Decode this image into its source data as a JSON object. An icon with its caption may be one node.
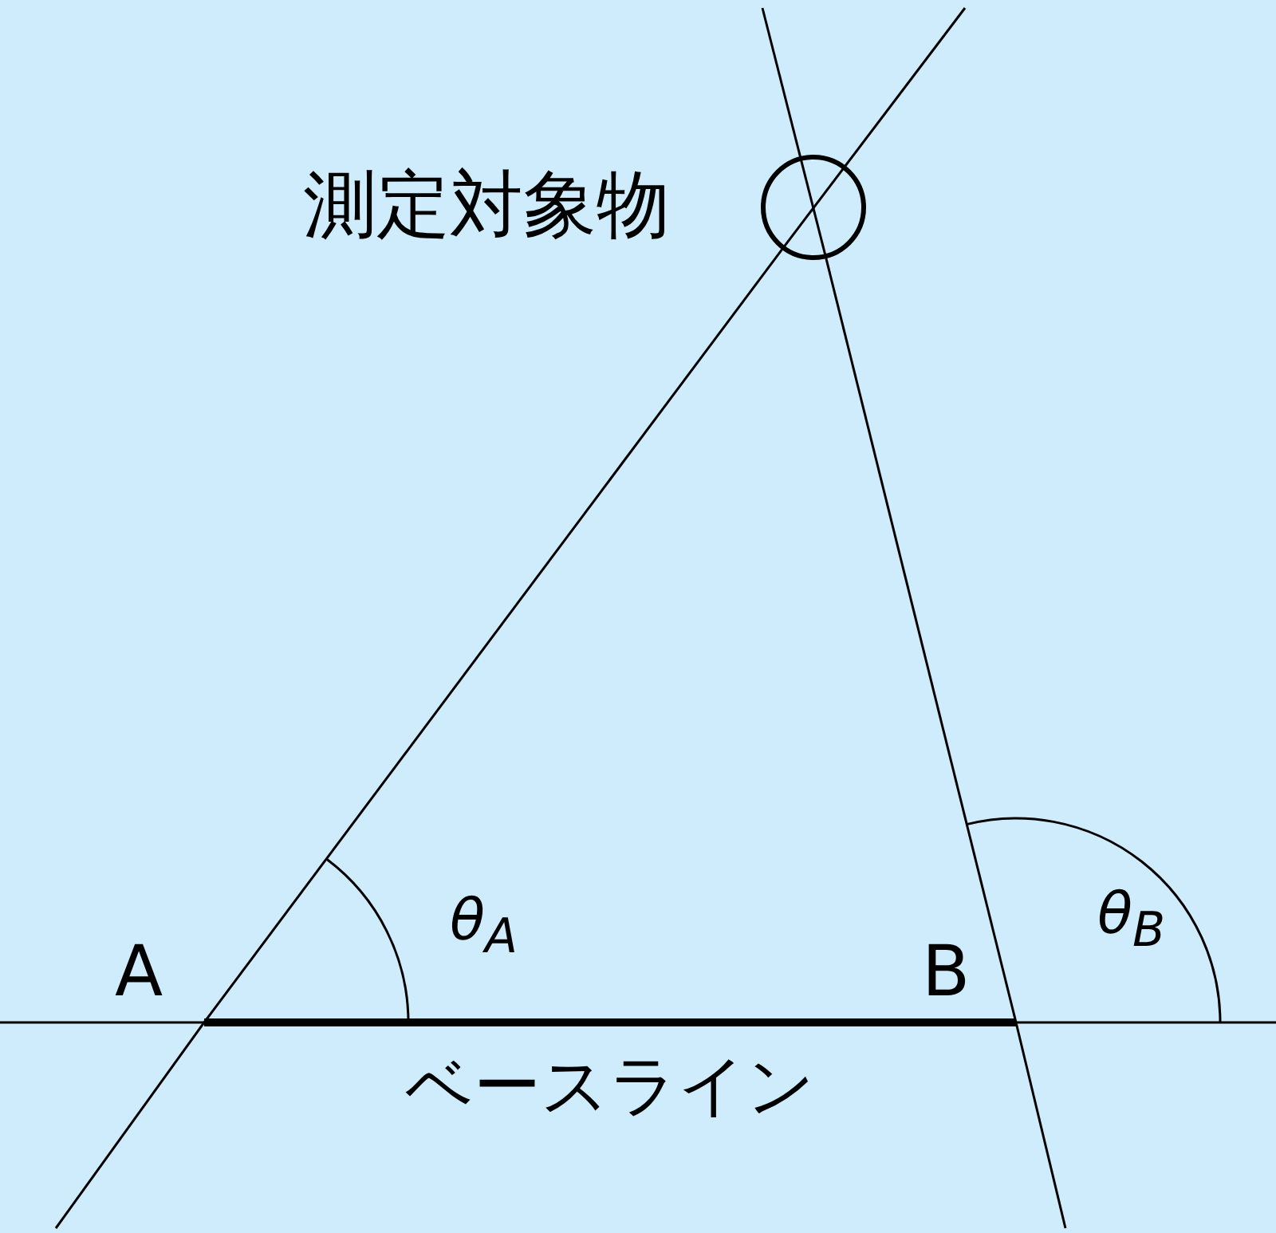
{
  "diagram": {
    "nodes": [
      {
        "text": [],
        "shape": "circle",
        "beside": [
          "測定対象物"
        ]
      },
      {
        "text": [
          "A"
        ]
      },
      {
        "text": [
          "B"
        ]
      }
    ],
    "edges": [
      {
        "from": 1,
        "to": 0,
        "arrow": "none"
      },
      {
        "from": 2,
        "to": 0,
        "arrow": "none"
      },
      {
        "from": 1,
        "to": 2,
        "arrow": "none",
        "style": "thick",
        "label": "ベースライン"
      }
    ],
    "labels": [
      "θ$_{A}$",
      "θ$_{B}$"
    ]
  }
}
